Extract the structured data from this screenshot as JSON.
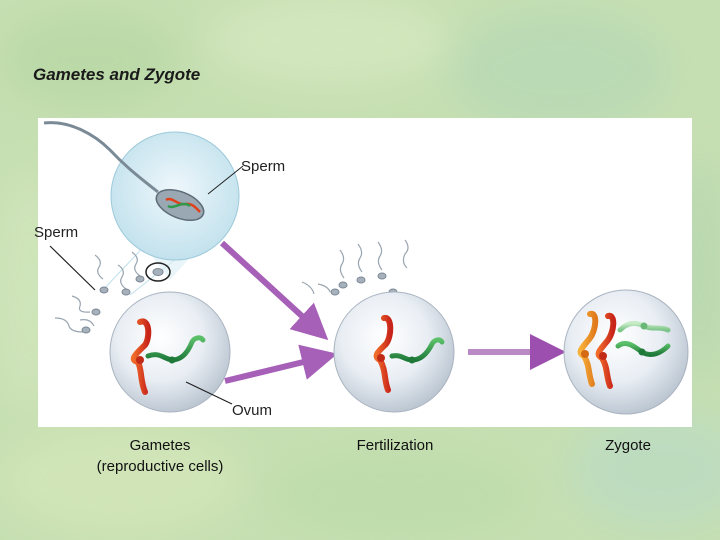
{
  "slide": {
    "title": "Gametes and Zygote"
  },
  "labels": {
    "sperm_top": "Sperm",
    "sperm_left": "Sperm",
    "ovum": "Ovum"
  },
  "captions": {
    "gametes": "Gametes",
    "gametes_sub": "(reproductive cells)",
    "fertilization": "Fertilization",
    "zygote": "Zygote"
  },
  "colors": {
    "maternal_chromosome": "#e0401a",
    "paternal_chromosome": "#2e9a4a",
    "arrow": "#9d4fb0",
    "cell": "#dfe6ee"
  }
}
